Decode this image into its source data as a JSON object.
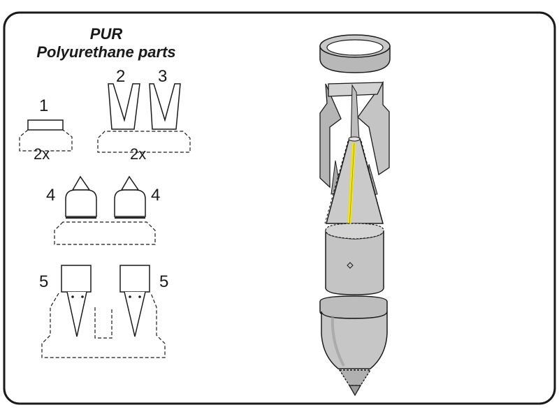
{
  "heading": {
    "line1": "PUR",
    "line2": "Polyurethane parts"
  },
  "labels": {
    "part1": "1",
    "part2": "2",
    "part3": "3",
    "part4_left": "4",
    "part4_right": "4",
    "part5_left": "5",
    "part5_right": "5",
    "qty_part1": "2x",
    "qty_parts23": "2x"
  },
  "colors": {
    "border": "#1a1a1a",
    "part_fill": "#c8c8c8",
    "part_fill_dark": "#a9a9a9",
    "part_fill_light": "#dcdcdc",
    "highlight": "#f2e600"
  }
}
